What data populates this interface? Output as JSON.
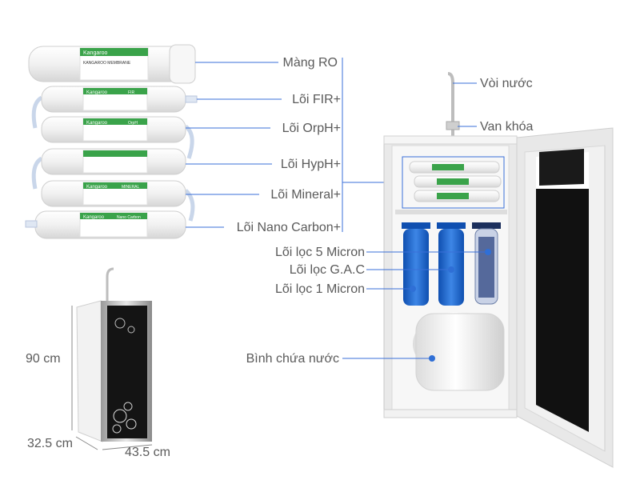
{
  "labels": {
    "ro": "Màng RO",
    "fir": "Lõi FIR+",
    "orph": "Lõi OrpH+",
    "hyph": "Lõi HypH+",
    "mineral": "Lõi Mineral+",
    "nano": "Lõi Nano Carbon+",
    "micron5": "Lõi lọc 5 Micron",
    "gac": "Lõi lọc G.A.C",
    "micron1": "Lõi lọc 1 Micron",
    "tank": "Bình chứa nước",
    "faucet": "Vòi nước",
    "valve": "Van khóa"
  },
  "dimensions": {
    "height": "90 cm",
    "depth": "32.5 cm",
    "width": "43.5 cm"
  },
  "filter_texts": {
    "brand": "Kangaroo",
    "membrane": "KANGAROO MEMBRANE",
    "fir": "FIR",
    "orph": "OrpH",
    "mineral": "MINERAL",
    "nano": "Nano Carbon"
  },
  "colors": {
    "leader_line": "#3a6fd8",
    "dot": "#2f6fd6",
    "filter_body": "#f4f4f4",
    "label_green": "#3aa34a",
    "housing_blue": "#1f63c9"
  }
}
